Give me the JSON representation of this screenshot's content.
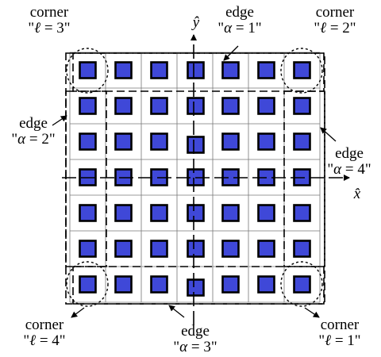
{
  "colors": {
    "cell_fill": "#3f48d8",
    "cell_stroke": "#000000",
    "grid": "#777777",
    "dash": "#000000"
  },
  "lattice": {
    "rows": 7,
    "cols": 7
  },
  "axes": {
    "x": "x̂",
    "y": "ŷ"
  },
  "labels": {
    "corner_tl": {
      "title": "corner",
      "quote_open": "\"",
      "var": "ℓ",
      "value": " = 3\""
    },
    "corner_tr": {
      "title": "corner",
      "quote_open": "\"",
      "var": "ℓ",
      "value": " = 2\""
    },
    "corner_bl": {
      "title": "corner",
      "quote_open": "\"",
      "var": "ℓ",
      "value": " = 4\""
    },
    "corner_br": {
      "title": "corner",
      "quote_open": "\"",
      "var": "ℓ",
      "value": " = 1\""
    },
    "edge_top": {
      "title": "edge",
      "quote_open": "\"",
      "var": "α",
      "value": " = 1\""
    },
    "edge_left": {
      "title": "edge",
      "quote_open": "\"",
      "var": "α",
      "value": " = 2\""
    },
    "edge_bottom": {
      "title": "edge",
      "quote_open": "\"",
      "var": "α",
      "value": " = 3\""
    },
    "edge_right": {
      "title": "edge",
      "quote_open": "\"",
      "var": "α",
      "value": " = 4\""
    }
  }
}
